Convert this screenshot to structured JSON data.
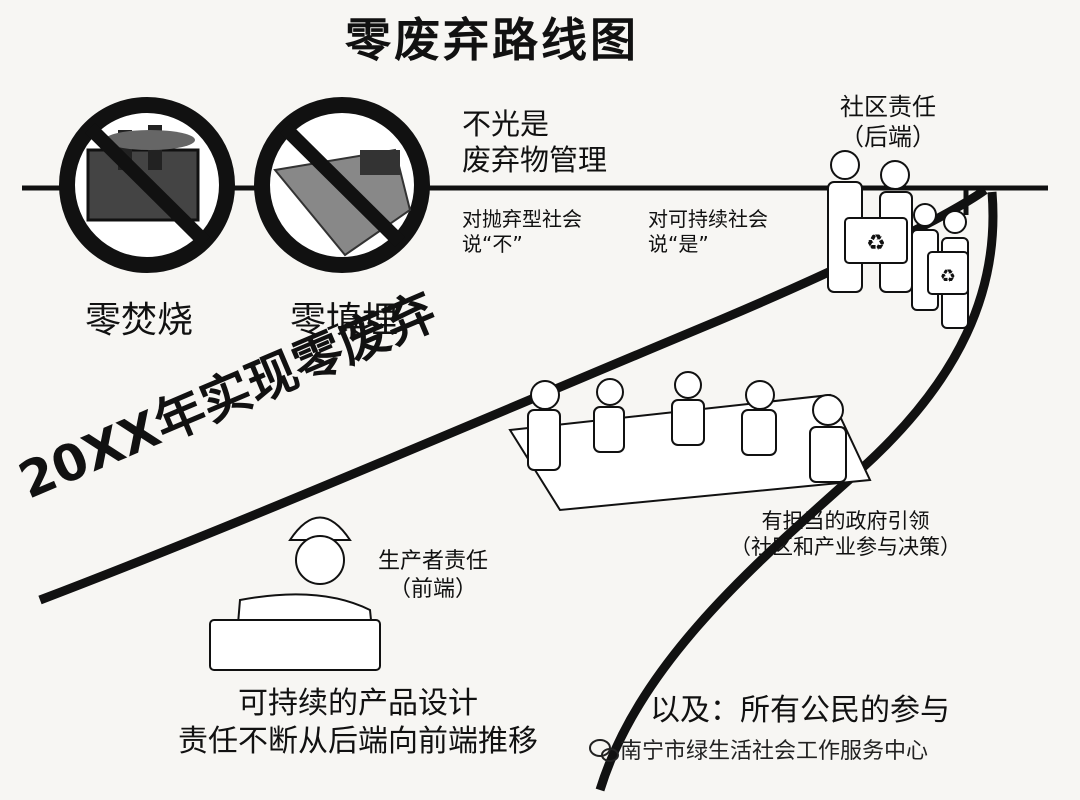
{
  "title": "零废弃路线图",
  "zero_incineration": "零焚烧",
  "zero_landfill": "零填埋",
  "not_just_line1": "不光是",
  "not_just_line2": "废弃物管理",
  "community_resp_line1": "社区责任",
  "community_resp_line2": "（后端）",
  "say_no_line1": "对抛弃型社会",
  "say_no_line2": "说“不”",
  "say_yes_line1": "对可持续社会",
  "say_yes_line2": "说“是”",
  "goal": "20XX年实现零废弃",
  "producer_resp_line1": "生产者责任",
  "producer_resp_line2": "（前端）",
  "gov_line1": "有担当的政府引领",
  "gov_line2": "（社区和产业参与决策）",
  "design_line1": "可持续的产品设计",
  "design_line2": "责任不断从后端向前端推移",
  "citizens": "以及：所有公民的参与",
  "watermark": "南宁市绿生活社会工作服务中心",
  "recycle_symbol": "♻",
  "wechat_icon": "wechat-icon"
}
